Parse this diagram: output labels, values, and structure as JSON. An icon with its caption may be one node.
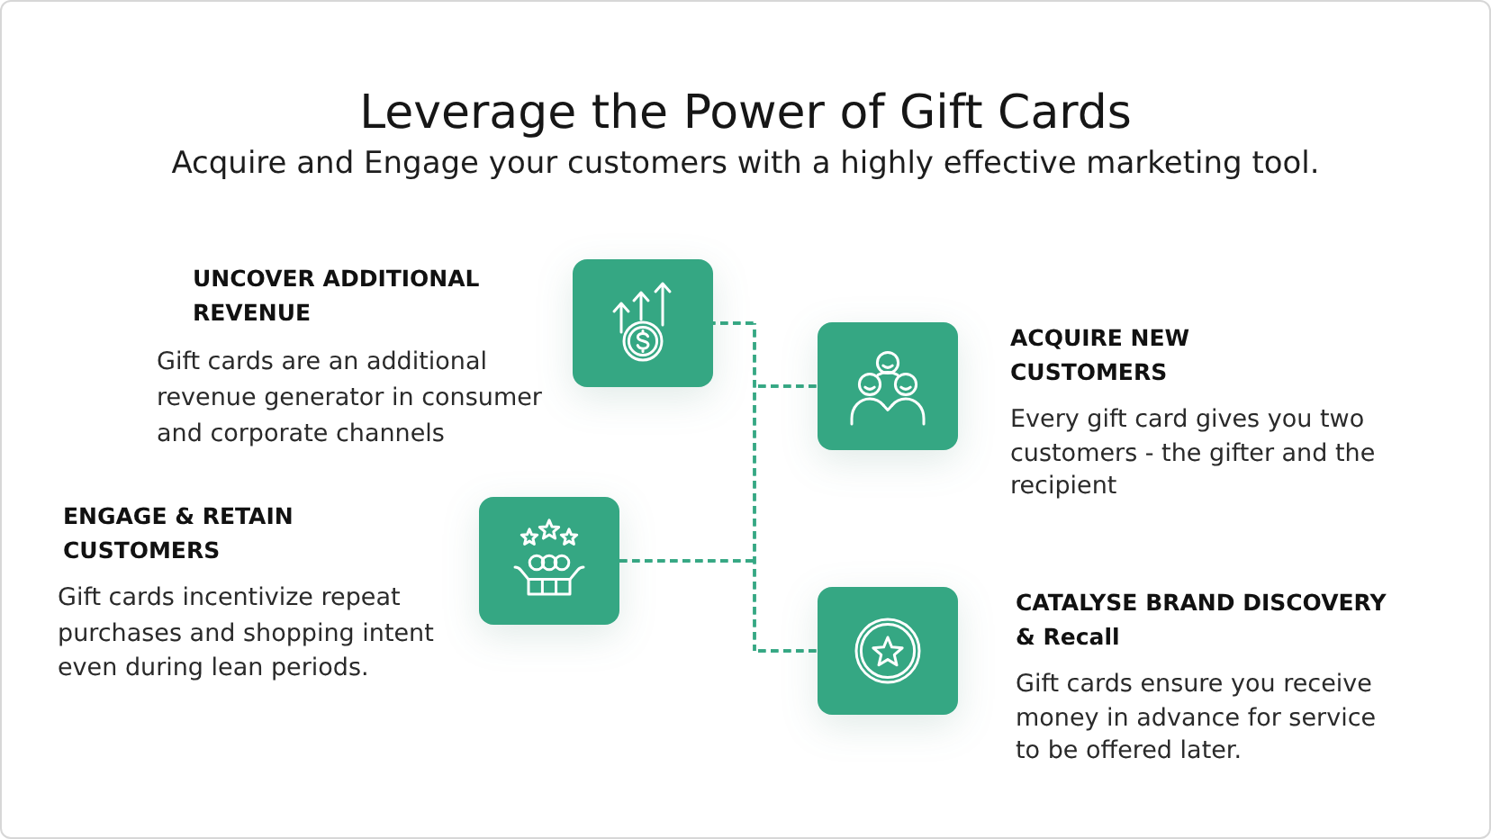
{
  "diagram": {
    "title": "Leverage the Power of Gift Cards",
    "nodes": [
      {
        "text": [
          "UNCOVER ADDITIONAL REVENUE",
          "Gift cards are an additional revenue generator in consumer and corporate channels"
        ]
      },
      {
        "text": [
          "ACQUIRE NEW CUSTOMERS",
          "Every gift card gives you two customers - the gifter and the recipient"
        ]
      },
      {
        "text": [
          "ENGAGE & RETAIN CUSTOMERS",
          "Gift cards incentivize repeat purchases and shopping intent even during lean periods."
        ]
      },
      {
        "text": [
          "CATALYSE BRAND DISCOVERY & Recall",
          "Gift cards ensure you receive money in advance for service to be offered later."
        ]
      }
    ],
    "edges": [
      {
        "from": 0,
        "to": 1,
        "arrow": "none",
        "style": "dashed"
      },
      {
        "from": 0,
        "to": 3,
        "arrow": "none",
        "style": "dashed"
      },
      {
        "from": 2,
        "to": 1,
        "arrow": "none",
        "style": "dashed"
      },
      {
        "from": 2,
        "to": 3,
        "arrow": "none",
        "style": "dashed"
      }
    ],
    "labels": [
      "Acquire and Engage your customers with a highly effective marketing tool."
    ]
  }
}
